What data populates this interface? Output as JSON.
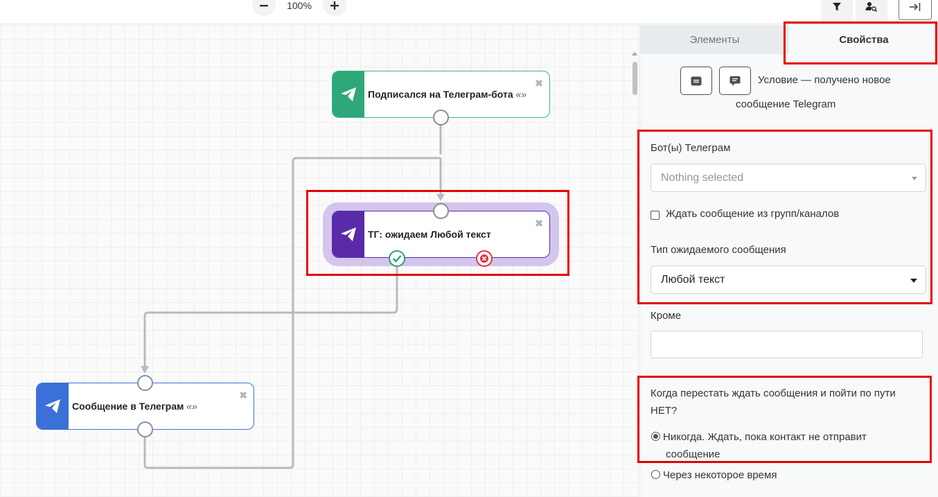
{
  "toolbar": {
    "zoom_level": "100%"
  },
  "canvas": {
    "nodes": [
      {
        "title": "Подписался на Телеграм-бота",
        "quote": "«»",
        "accent": "#2ea879"
      },
      {
        "title": "ТГ: ожидаем Любой текст",
        "accent": "#5a2aa8"
      },
      {
        "title": "Сообщение в Телеграм",
        "quote": "«»",
        "accent": "#3a70d8"
      }
    ],
    "close_symbol": "✖"
  },
  "panel": {
    "tabs": [
      {
        "label": "Элементы"
      },
      {
        "label": "Свойства"
      }
    ],
    "condition_line1": "Условие — получено новое",
    "condition_line2": "сообщение Telegram",
    "bots_label": "Бот(ы) Телеграм",
    "bots_placeholder": "Nothing selected",
    "wait_groups_label": "Ждать сообщение из групп/каналов",
    "msg_type_label": "Тип ожидаемого сообщения",
    "msg_type_value": "Любой текст",
    "except_label": "Кроме",
    "stop_wait_question_1": "Когда перестать ждать сообщения и пойти по пути",
    "stop_wait_question_2": "НЕТ?",
    "option_never_1": "Никогда. Ждать, пока контакт не отправит",
    "option_never_2": "сообщение",
    "option_after": "Через некоторое время"
  },
  "icons": [
    "minus-icon",
    "plus-icon",
    "filter-icon",
    "user-search-icon",
    "collapse-panel-icon",
    "telegram-icon",
    "message-icon",
    "comment-icon",
    "check-icon",
    "x-icon"
  ]
}
